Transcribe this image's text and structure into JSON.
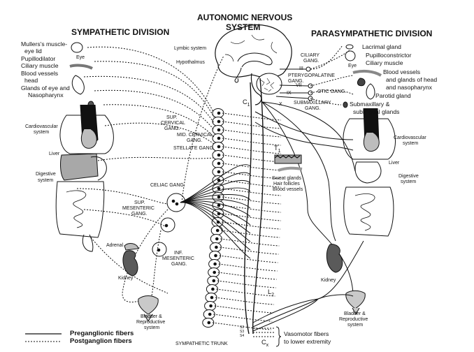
{
  "titles": {
    "main_line1": "AUTONOMIC NERVOUS",
    "main_line2": "SYSTEM",
    "sympathetic": "SYMPATHETIC DIVISION",
    "parasympathetic": "PARASYMPATHETIC DIVISION"
  },
  "sympathetic_targets": {
    "mullers_line1": "Mullers's muscle-",
    "mullers_line2": "eye lid",
    "pupillodilator": "Pupillodilator",
    "ciliary": "Ciliary muscle",
    "blood_line1": "Blood vessels",
    "blood_line2": "head",
    "glands_line1": "Glands of eye and",
    "glands_line2": "Nasopharynx",
    "eye": "Eye",
    "cardio_line1": "Cardiovascular",
    "cardio_line2": "system",
    "liver": "Liver",
    "digestive_line1": "Digestive",
    "digestive_line2": "system",
    "adrenal": "Adrenal",
    "kidney": "Kidney",
    "bladder_line1": "Bladder &",
    "bladder_line2": "Reproductive",
    "bladder_line3": "system"
  },
  "brain": {
    "lymbic": "Lymbic system",
    "hypothalmus": "Hypothalmus"
  },
  "ganglia": {
    "sup_cervical_1": "SUP.",
    "sup_cervical_2": "CERVICAL",
    "sup_cervical_3": "GANG.",
    "mid_cervical_1": "MID. CERVICAL",
    "mid_cervical_2": "GANG.",
    "stellate": "STELLATE GANG.",
    "celiac": "CELIAC GANG.",
    "sup_mes_1": "SUP.",
    "sup_mes_2": "MESENTERIC",
    "sup_mes_3": "GANG.",
    "inf_mes_1": "INF.",
    "inf_mes_2": "MESENTERIC",
    "inf_mes_3": "GANG.",
    "trunk": "SYMPATHETIC TRUNK"
  },
  "spinal": {
    "c1_main": "C",
    "c1_sub": "1",
    "t1_main": "T",
    "t1_sub": "1",
    "l2_main": "L",
    "l2_sub": "2",
    "cx_main": "C",
    "cx_sub": "x",
    "s2": "S2",
    "s3": "S3",
    "s4": "S4",
    "skin_1": "Sweat glands",
    "skin_2": "Hair follicles",
    "skin_3": "Blood vessels",
    "vaso_1": "Vasomotor fibers",
    "vaso_2": "to lower extremity"
  },
  "cranial": {
    "iii": "III",
    "vii": "VII",
    "ix": "IX",
    "x": "X",
    "ciliary_1": "CILIARY",
    "ciliary_2": "GANG.",
    "ptery_1": "PTERYGOPALATINE",
    "ptery_2": "GANG.",
    "otic": "OTIC GANG.",
    "submax_1": "SUBMAXILLARY",
    "submax_2": "GANG."
  },
  "parasympathetic_targets": {
    "lacrimal": "Lacrimal gland",
    "pupillo": "Pupilloconstrictor",
    "ciliary": "Ciliary muscle",
    "eye": "Eye",
    "blood_1": "Blood vessels",
    "blood_2": "and glands of head",
    "blood_3": "and nasopharynx",
    "parotid": "Parotid gland",
    "submax_1": "Submaxillary &",
    "submax_2": "sublingual glands",
    "cardio_1": "Cardiovascular",
    "cardio_2": "system",
    "liver": "Liver",
    "digestive_1": "Digestive",
    "digestive_2": "system",
    "kidney": "Kidney",
    "bladder_1": "Bladder &",
    "bladder_2": "Reproductive",
    "bladder_3": "system"
  },
  "legend": {
    "pre": "Preganglionic fibers",
    "post": "Postganglion fibers"
  },
  "colors": {
    "ink": "#111111",
    "organ_fill": "#bdbdbd",
    "kidney_fill": "#5a5a5a",
    "liver_fill": "#a8a8a8",
    "background": "#ffffff"
  }
}
